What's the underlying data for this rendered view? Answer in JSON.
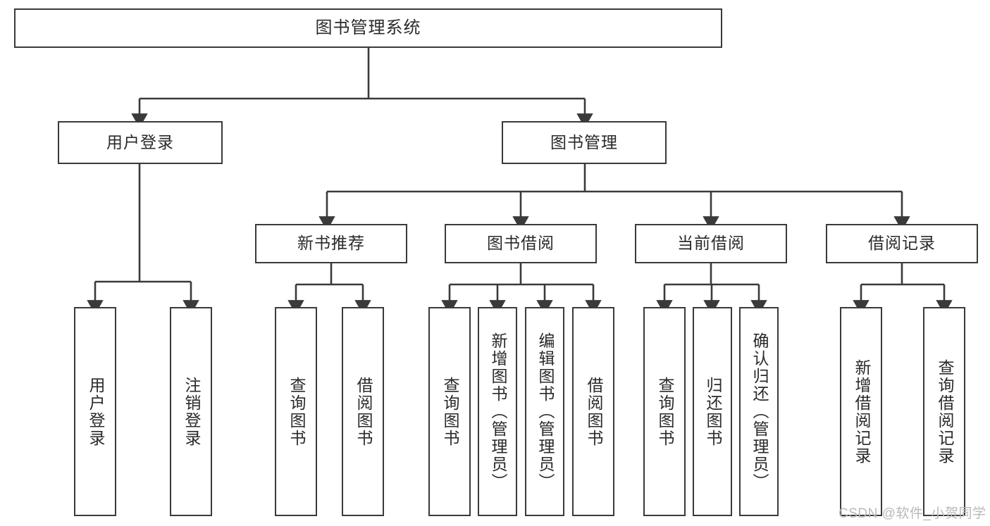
{
  "diagram": {
    "title": "图书管理系统",
    "type": "tree-hierarchy",
    "colors": {
      "stroke": "#3a3a3a",
      "fill": "#ffffff",
      "text": "#2a2a2a",
      "watermark": "#b9b9b9"
    },
    "nodes": {
      "root": {
        "label": "图书管理系统"
      },
      "level2": [
        {
          "label": "用户登录"
        },
        {
          "label": "图书管理"
        }
      ],
      "level3": [
        {
          "label": "新书推荐"
        },
        {
          "label": "图书借阅"
        },
        {
          "label": "当前借阅"
        },
        {
          "label": "借阅记录"
        }
      ],
      "leaves_user_login": [
        {
          "label": "用户登录"
        },
        {
          "label": "注销登录"
        }
      ],
      "leaves_new_book": [
        {
          "label": "查询图书"
        },
        {
          "label": "借阅图书"
        }
      ],
      "leaves_borrow": [
        {
          "label": "查询图书"
        },
        {
          "label": "新增图书（管理员）"
        },
        {
          "label": "编辑图书（管理员）"
        },
        {
          "label": "借阅图书"
        }
      ],
      "leaves_current": [
        {
          "label": "查询图书"
        },
        {
          "label": "归还图书"
        },
        {
          "label": "确认归还（管理员）"
        }
      ],
      "leaves_records": [
        {
          "label": "新增借阅记录"
        },
        {
          "label": "查询借阅记录"
        }
      ]
    },
    "watermark": "CSDN @软件_小贺同学"
  }
}
